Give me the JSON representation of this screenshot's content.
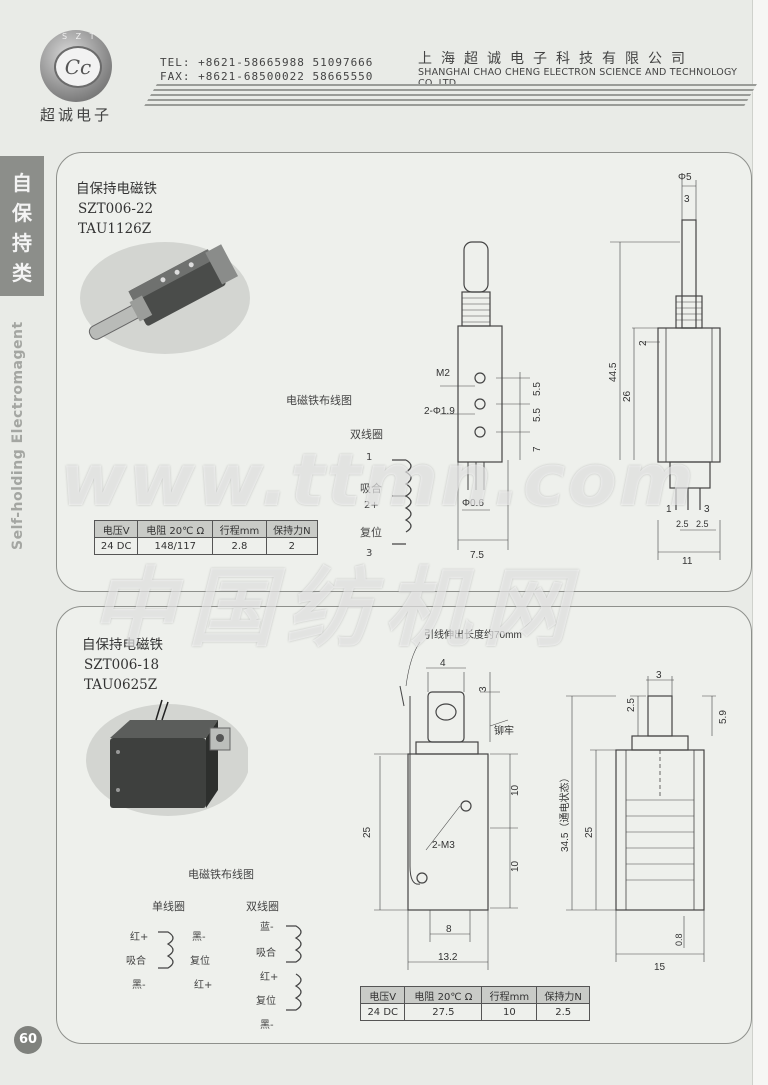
{
  "header": {
    "logo_text": "Cc",
    "logo_ring_text": "S Z T",
    "brand_zh": "超诚电子",
    "tel": "TEL: +8621-58665988 51097666",
    "fax": "FAX: +8621-68500022 58665550",
    "company_zh": "上海超诚电子科技有限公司",
    "company_en": "SHANGHAI CHAO CHENG ELECTRON SCIENCE AND TECHNOLOGY CO.,LTD."
  },
  "side": {
    "category_chars": [
      "自",
      "保",
      "持",
      "类"
    ],
    "category_en": "Self-holding Electromagent",
    "page_number": "60"
  },
  "product1": {
    "title": "自保持电磁铁",
    "model1": "SZT006-22",
    "model2": "TAU1126Z",
    "wiring_title": "电磁铁布线图",
    "coil_type": "双线圈",
    "wire_labels": [
      "1",
      "吸合",
      "2+",
      "复位",
      "3"
    ],
    "dims": {
      "m2": "M2",
      "hole": "2-Φ1.9",
      "d55a": "5.5",
      "d55b": "5.5",
      "d7": "7",
      "pin_d": "Φ0.6",
      "d75": "7.5",
      "d5": "Φ5",
      "d3": "3",
      "d445": "44.5",
      "d26": "26",
      "d2": "2",
      "d25a": "2.5",
      "d25b": "2.5",
      "d11": "11",
      "pin1": "1",
      "pin3": "3"
    },
    "table": {
      "headers": [
        "电压V",
        "电阻 20℃ Ω",
        "行程mm",
        "保持力N"
      ],
      "row": [
        "24 DC",
        "148/117",
        "2.8",
        "2"
      ]
    }
  },
  "product2": {
    "title": "自保持电磁铁",
    "model1": "SZT006-18",
    "model2": "TAU0625Z",
    "lead_note": "引线伸出长度约70mm",
    "rivet_note": "铆牢",
    "wiring_title": "电磁铁布线图",
    "single_coil": "单线圈",
    "double_coil": "双线圈",
    "single_left": [
      "红+",
      "吸合",
      "黑-"
    ],
    "single_right": [
      "黑-",
      "复位",
      "红+"
    ],
    "double_labels": [
      "蓝-",
      "吸合",
      "红+",
      "复位",
      "黑-"
    ],
    "dims": {
      "d4": "4",
      "d3": "3",
      "d10a": "10",
      "d10b": "10",
      "d25": "25",
      "m3": "2-M3",
      "d8": "8",
      "d132": "13.2",
      "d3b": "3",
      "d25c": "2.5",
      "d59": "5.9",
      "d345": "34.5（通电状态）",
      "d25d": "25",
      "d08": "0.8",
      "d15": "15"
    },
    "table": {
      "headers": [
        "电压V",
        "电阻 20℃ Ω",
        "行程mm",
        "保持力N"
      ],
      "row": [
        "24 DC",
        "27.5",
        "10",
        "2.5"
      ]
    }
  },
  "watermark": {
    "en": "www.ttmn.com",
    "zh": "中国纺机网"
  }
}
